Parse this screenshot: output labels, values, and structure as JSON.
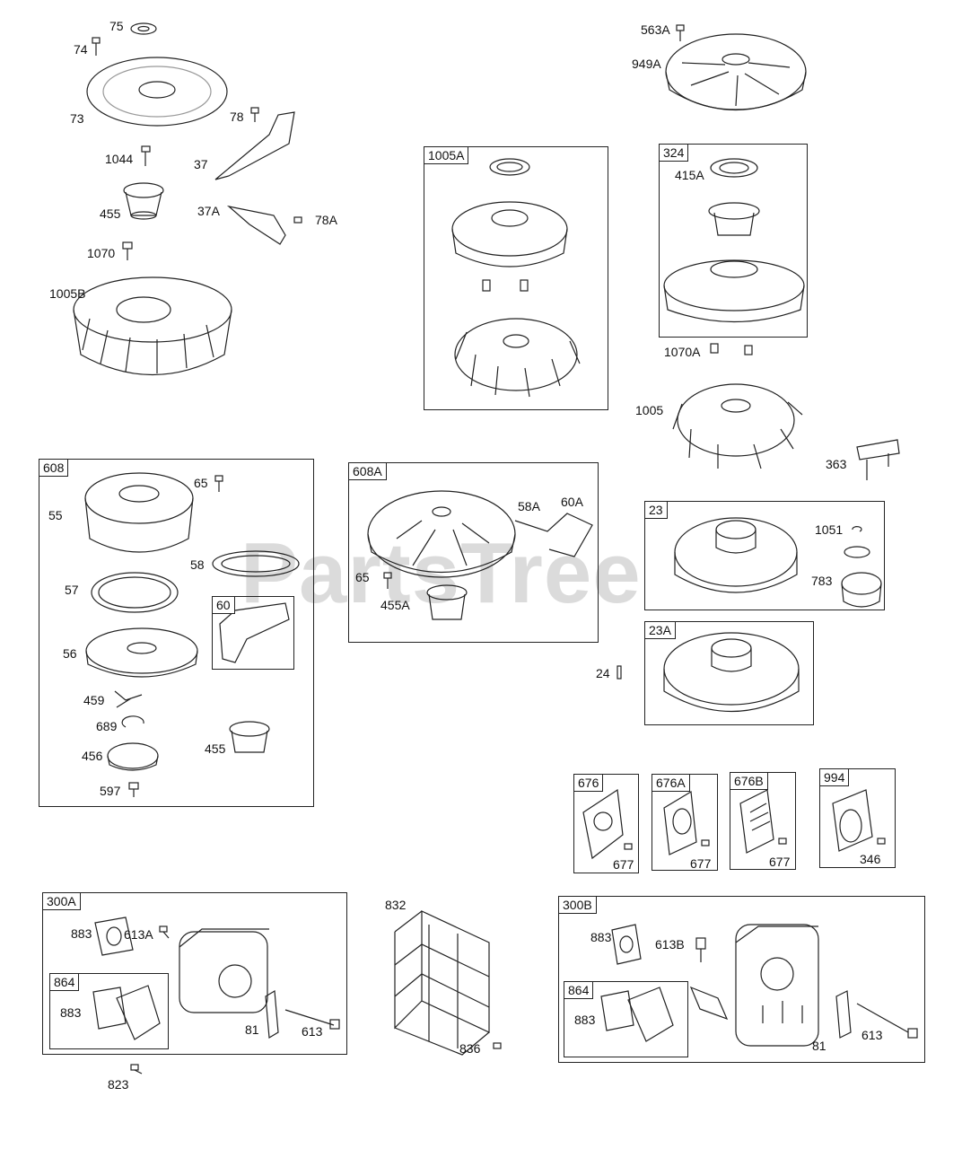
{
  "watermark": "PartsTree",
  "callouts": {
    "c75": "75",
    "c74": "74",
    "c73": "73",
    "c78": "78",
    "c1044": "1044",
    "c37": "37",
    "c455": "455",
    "c37A": "37A",
    "c78A": "78A",
    "c1070": "1070",
    "c1005B": "1005B",
    "c563A": "563A",
    "c949A": "949A",
    "c415A": "415A",
    "c1070A": "1070A",
    "c1005": "1005",
    "c363": "363",
    "c65a": "65",
    "c55": "55",
    "c58": "58",
    "c57": "57",
    "c56": "56",
    "c459": "459",
    "c689": "689",
    "c456": "456",
    "c455b": "455",
    "c597": "597",
    "c58A": "58A",
    "c60A": "60A",
    "c65b": "65",
    "c455A": "455A",
    "c1051": "1051",
    "c783": "783",
    "c24": "24",
    "c677a": "677",
    "c677b": "677",
    "c677c": "677",
    "c346": "346",
    "c883a": "883",
    "c613A": "613A",
    "c883b": "883",
    "c81a": "81",
    "c613a": "613",
    "c823": "823",
    "c832": "832",
    "c836": "836",
    "c883c": "883",
    "c613B": "613B",
    "c883d": "883",
    "c81b": "81",
    "c613b": "613"
  },
  "boxes": {
    "b1005A": "1005A",
    "b324": "324",
    "b608": "608",
    "b608A": "608A",
    "b60": "60",
    "b23": "23",
    "b23A": "23A",
    "b676": "676",
    "b676A": "676A",
    "b676B": "676B",
    "b994": "994",
    "b300A": "300A",
    "b864a": "864",
    "b832": "",
    "b300B": "300B",
    "b864b": "864"
  }
}
